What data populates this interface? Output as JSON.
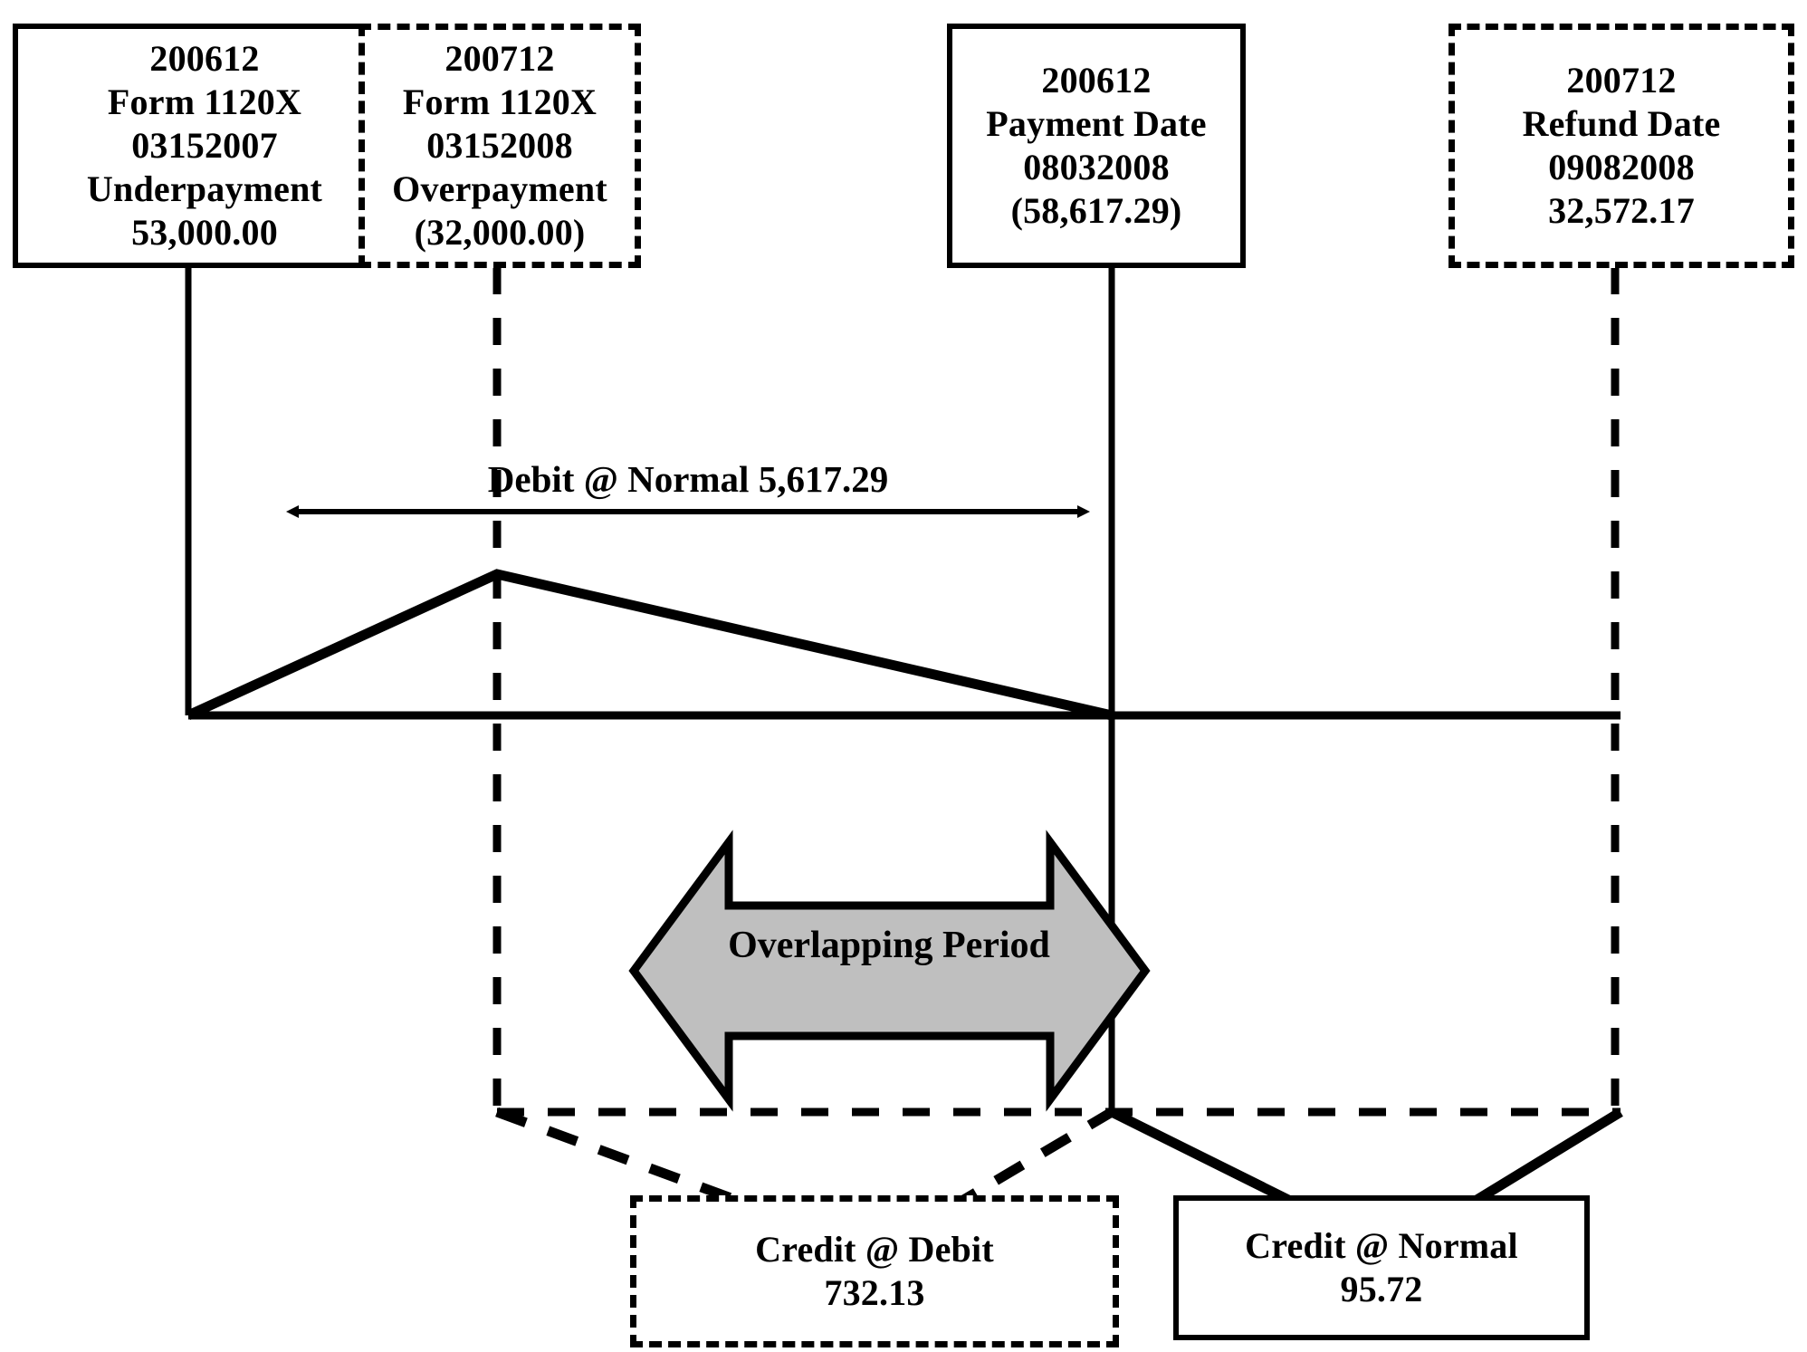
{
  "diagram": {
    "title": "Overlapping interest periods timeline",
    "accent_gray": "#bfbfbf",
    "line_color": "#000000"
  },
  "nodes": {
    "underpayment_1120x": {
      "name": "200612 Form 1120X underpayment",
      "border": "solid",
      "lines": [
        "200612",
        "Form 1120X",
        "03152007",
        "Underpayment",
        "53,000.00"
      ]
    },
    "overpayment_1120x": {
      "name": "200712 Form 1120X overpayment",
      "border": "dashed",
      "lines": [
        "200712",
        "Form 1120X",
        "03152008",
        "Overpayment",
        "(32,000.00)"
      ]
    },
    "payment_date": {
      "name": "200612 payment date",
      "border": "solid",
      "lines": [
        "200612",
        "Payment Date",
        "08032008",
        "(58,617.29)"
      ]
    },
    "refund_date": {
      "name": "200712 refund date",
      "border": "dashed",
      "lines": [
        "200712",
        "Refund Date",
        "09082008",
        "32,572.17"
      ]
    },
    "credit_at_debit": {
      "name": "Credit at debit rate",
      "border": "dashed",
      "lines": [
        "Credit @ Debit",
        "732.13"
      ]
    },
    "credit_at_normal": {
      "name": "Credit at normal rate",
      "border": "solid",
      "lines": [
        "Credit @ Normal",
        "95.72"
      ]
    }
  },
  "annotations": {
    "debit_normal": "Debit @ Normal 5,617.29",
    "overlapping_line1": "Overlapping",
    "overlapping_line2": "Period"
  }
}
